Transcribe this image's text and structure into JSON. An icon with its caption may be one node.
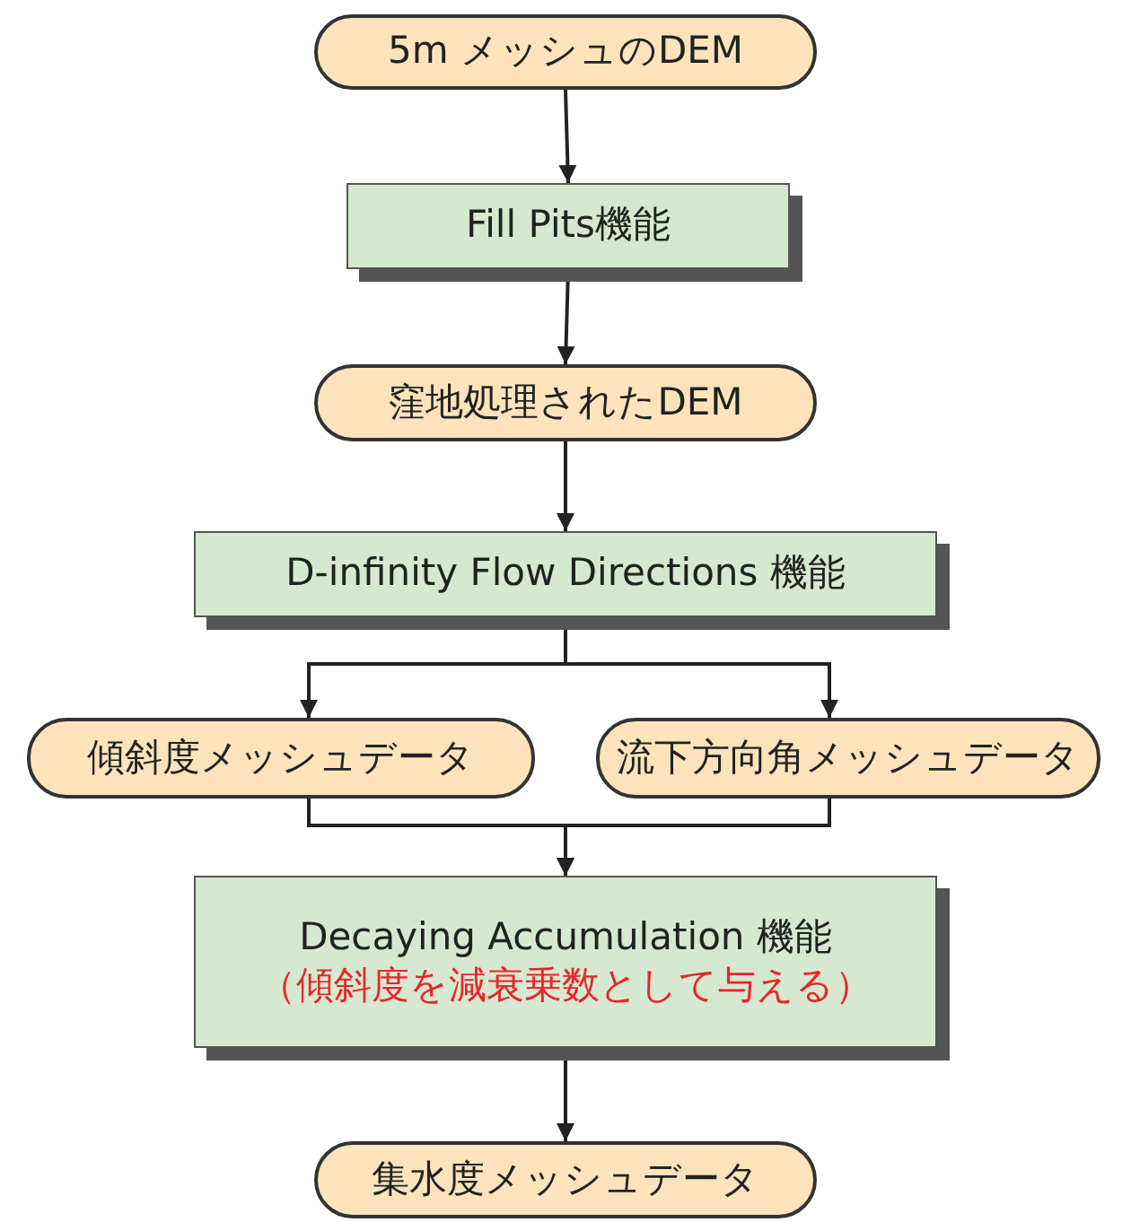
{
  "diagram": {
    "nodes": [
      {
        "text": [
          "5m メッシュのDEM"
        ]
      },
      {
        "text": [
          "Fill Pits機能"
        ]
      },
      {
        "text": [
          "窪地処理されたDEM"
        ]
      },
      {
        "text": [
          "D-infinity Flow Directions 機能"
        ]
      },
      {
        "text": [
          "傾斜度メッシュデータ"
        ]
      },
      {
        "text": [
          "流下方向角メッシュデータ"
        ]
      },
      {
        "text": [
          "Decaying Accumulation 機能",
          "（傾斜度を減衰乗数として与える）"
        ]
      },
      {
        "text": [
          "集水度メッシュデータ"
        ]
      }
    ],
    "edges": [
      {
        "from": 0,
        "to": 1,
        "arrow": "to"
      },
      {
        "from": 1,
        "to": 2,
        "arrow": "to"
      },
      {
        "from": 2,
        "to": 3,
        "arrow": "to"
      },
      {
        "from": 3,
        "to": 4,
        "arrow": "to"
      },
      {
        "from": 3,
        "to": 5,
        "arrow": "to"
      },
      {
        "from": 4,
        "to": 6,
        "arrow": "to"
      },
      {
        "from": 5,
        "to": 6,
        "arrow": "to"
      },
      {
        "from": 6,
        "to": 7,
        "arrow": "to"
      }
    ]
  }
}
